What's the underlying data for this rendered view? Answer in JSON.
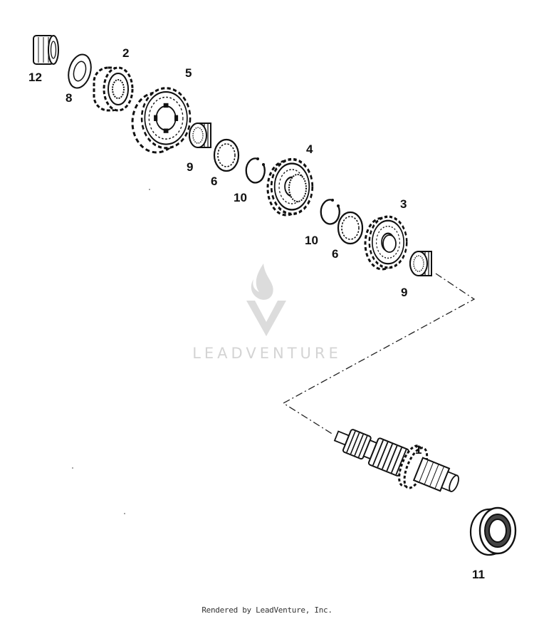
{
  "diagram": {
    "part_labels": {
      "p12": "12",
      "p8": "8",
      "p2": "2",
      "p5": "5",
      "p9a": "9",
      "p6a": "6",
      "p10a": "10",
      "p4": "4",
      "p10b": "10",
      "p6b": "6",
      "p3": "3",
      "p9b": "9",
      "p1": "1",
      "p11": "11"
    }
  },
  "watermark": {
    "text": "LEADVENTURE"
  },
  "footer": {
    "text": "Rendered by LeadVenture, Inc."
  }
}
